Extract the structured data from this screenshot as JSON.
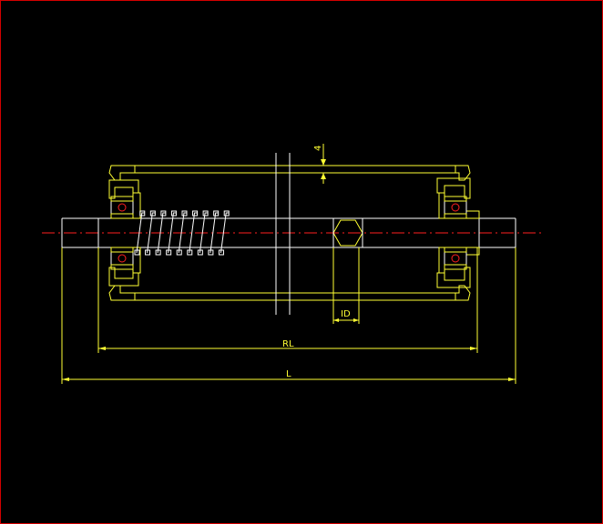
{
  "drawing": {
    "labels": {
      "rl": "RL",
      "l": "L",
      "id": "ID",
      "shell_thickness": "4"
    },
    "colors": {
      "background": "#000000",
      "outline": "#ffffff",
      "hatch_and_dimensions": "#ffff33",
      "centerline_and_bearing": "#ff2020",
      "frame": "#d40000"
    }
  }
}
